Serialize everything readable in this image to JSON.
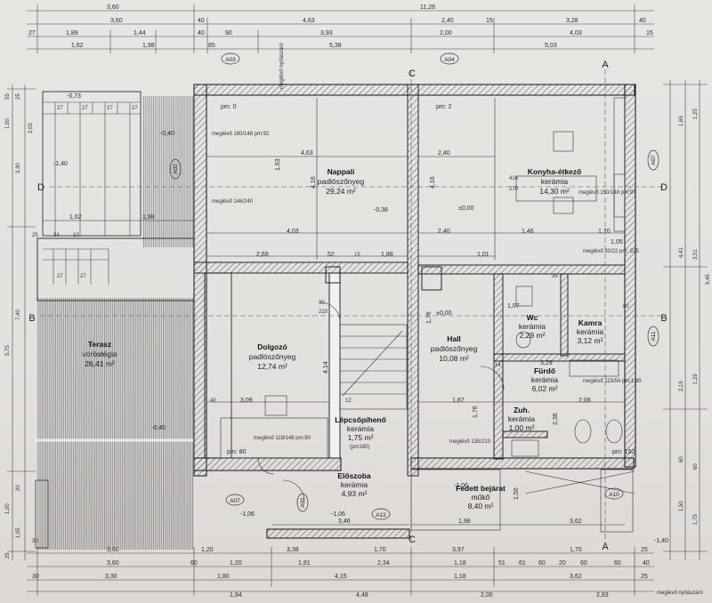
{
  "top_dims": {
    "row1": [
      "3,60",
      "11,26"
    ],
    "row2": [
      "3,60",
      "40",
      "4,63",
      "2,40",
      "15",
      "3,28",
      "40"
    ],
    "row3": [
      "27",
      "1,89",
      "1,44",
      "40",
      "90",
      "3,93",
      "2,00",
      "4,03",
      "15"
    ],
    "row4": [
      "1,62",
      "1,98",
      "85",
      "5,38",
      "5,03"
    ]
  },
  "bottom_dims": {
    "row1": [
      "3,60",
      "1,20",
      "3,38",
      "1,70",
      "3,97",
      "1,70",
      "25"
    ],
    "row2": [
      "3,60",
      "60",
      "1,20",
      "1,81",
      "2,34",
      "1,18",
      "51",
      "61",
      "60",
      "20",
      "60",
      "60",
      "40"
    ],
    "row3": [
      "30",
      "3,30",
      "1,80",
      "4,15",
      "1,18",
      "3,62",
      "25"
    ],
    "row4": [
      "1,94",
      "4,48",
      "2,00",
      "2,83"
    ]
  },
  "left_dims": [
    "55",
    "25",
    "1,00",
    "2,05",
    "3,30",
    "7,40",
    "5,75",
    "20",
    "1,00",
    "1,05",
    "25"
  ],
  "right_dims": [
    "1,65",
    "1,25",
    "4,41",
    "3,51",
    "9,45",
    "2,19",
    "1,29",
    "60",
    "60",
    "1,50",
    "1,75"
  ],
  "axes": {
    "a": "A",
    "b": "B",
    "c": "C",
    "d": "D"
  },
  "tags": {
    "a03": "A03",
    "a04": "A04",
    "a02": "A02",
    "a07r": "A07",
    "a11": "A11",
    "a10": "A10",
    "a12": "A12",
    "a07": "A07",
    "a01": "A01"
  },
  "rooms": {
    "nappali": {
      "name": "Nappali",
      "finish": "padlószőnyeg",
      "area": "29,24 m²"
    },
    "konyha": {
      "name": "Konyha-étkező",
      "finish": "kerámia",
      "area": "14,30 m²"
    },
    "terasz": {
      "name": "Terasz",
      "finish": "vöröstégla",
      "area": "26,41 m²"
    },
    "dolgozo": {
      "name": "Dolgozó",
      "finish": "padlószőnyeg",
      "area": "12,74 m²"
    },
    "hall": {
      "name": "Hall",
      "finish": "padlószőnyeg",
      "area": "10,08 m²"
    },
    "wc": {
      "name": "Wc",
      "finish": "kerámia",
      "area": "2,29 m²"
    },
    "kamra": {
      "name": "Kamra",
      "finish": "kerámia",
      "area": "3,12 m²"
    },
    "furdo": {
      "name": "Fürdő",
      "finish": "kerámia",
      "area": "6,02 m²"
    },
    "zuh": {
      "name": "Zuh.",
      "finish": "kerámia",
      "area": "1,00 m²"
    },
    "lepcso": {
      "name": "Lépcsőpihenő",
      "finish": "kerámia",
      "area": "1,75 m²"
    },
    "eloszoba": {
      "name": "Előszoba",
      "finish": "kerámia",
      "area": "4,93 m²"
    },
    "fedett": {
      "name": "Fedett bejárat",
      "finish": "műkő",
      "area": "8,40 m²"
    }
  },
  "levels": {
    "l1": "-0,73",
    "l2": "-0,40",
    "l3": "-1,40",
    "l4": "-0,38",
    "l5": "±0,00",
    "l6": "±0,00",
    "l7": "-0,40",
    "l8": "-1,06",
    "l9": "-1,06",
    "l10": "-1,06",
    "l11": "-1,40",
    "pm0": "pm: 0",
    "pm2": "pm: 2",
    "pm80": "pm: 80",
    "pm150": "pm: 150",
    "pm180": "(pm180)"
  },
  "notes": {
    "meglevo_top": "meglévő nyílászáró",
    "m1": "meglévő 180/148 pm:92",
    "m2": "meglévő 146/240",
    "m3": "meglévő 150/148 pm:97",
    "m4": "meglévő 20/22 pm: 225",
    "m5": "meglévő 118/148 pm:90",
    "m6": "meglévő 135/210",
    "m7": "meglévő 115/54 pm:1,85",
    "m8": "meglévő nyílászáró"
  },
  "inner": {
    "n463": "4,63",
    "n416a": "4,16",
    "n416b": "4,16",
    "n163": "1,63",
    "n403": "4,03",
    "n240a": "2,40",
    "n240b": "2,40",
    "n269": "2,69",
    "n52": "52",
    "n188": "1,88",
    "n101": "1,01",
    "n146": "1,46",
    "n170": "1,70",
    "n105": "1,05",
    "n416k": "416",
    "n270": "270",
    "n309": "3,09",
    "n414": "4,14",
    "n176a": "1,76",
    "n176b": "1,76",
    "n187": "1,87",
    "n206": "2,06",
    "n329": "3,29",
    "n236": "2,36",
    "n107": "1,07",
    "n346": "3,46",
    "n198": "1,98",
    "n362": "3,62",
    "n162": "1,62",
    "n198b": "1,98",
    "n150": "1,50",
    "n27": "27",
    "n25": "25",
    "n90": "90",
    "n210": "210",
    "n15": "15",
    "n12": "12",
    "n40": "40",
    "n34": "34",
    "n10": "10",
    "n35": "35",
    "n14": "14",
    "n60": "60",
    "n30": "30"
  }
}
